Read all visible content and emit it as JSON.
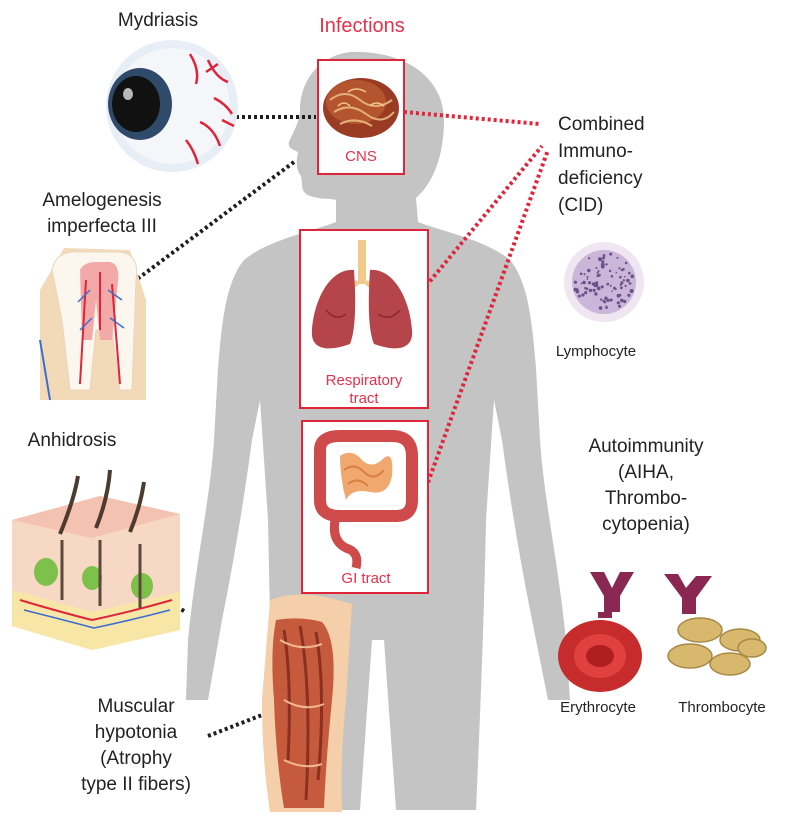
{
  "colors": {
    "accent_red": "#e8304a",
    "body_gray": "#c4c4c4",
    "connector_dark": "#1e1e1e",
    "connector_red": "#e0243a",
    "antibody": "#8a2752",
    "text": "#222222"
  },
  "infections": {
    "title": "Infections",
    "cns": "CNS",
    "respiratory": [
      "Respiratory",
      "tract"
    ],
    "gi": "GI tract"
  },
  "left_labels": {
    "mydriasis": "Mydriasis",
    "amelogenesis": [
      "Amelogenesis",
      "imperfecta III"
    ],
    "anhidrosis": "Anhidrosis",
    "muscular": [
      "Muscular",
      "hypotonia",
      "(Atrophy",
      "type II fibers)"
    ]
  },
  "right_labels": {
    "cid": [
      "Combined",
      "Immuno-",
      "deficiency",
      "(CID)"
    ],
    "lymphocyte": "Lymphocyte",
    "autoimmunity": [
      "Autoimmunity",
      "(AIHA,",
      "Thrombo-",
      "cytopenia)"
    ],
    "erythrocyte": "Erythrocyte",
    "thrombocyte": "Thrombocyte"
  },
  "icons": [
    "eye-icon",
    "brain-icon",
    "tooth-icon",
    "lungs-icon",
    "intestine-icon",
    "skin-icon",
    "muscle-icon",
    "lymphocyte-icon",
    "erythrocyte-icon",
    "thrombocyte-icon",
    "antibody-icon"
  ]
}
